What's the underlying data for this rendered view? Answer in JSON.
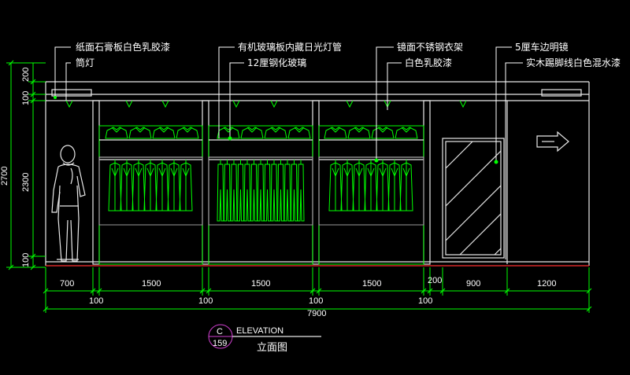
{
  "labels": {
    "gypsum_board": "纸面石膏板白色乳胶漆",
    "downlight": "筒灯",
    "organic_glass": "有机玻璃板内藏日光灯管",
    "tempered_glass": "12厘钢化玻璃",
    "mirror_rack": "镜面不锈钢衣架",
    "white_latex": "白色乳胶漆",
    "bevel_mirror": "5厘车边明镜",
    "skirting": "实木踢脚线白色混水漆"
  },
  "horizontal_dims": [
    "700",
    "1500",
    "1500",
    "1500",
    "200",
    "900",
    "1200"
  ],
  "gap_dims": [
    "100",
    "100",
    "100",
    "100"
  ],
  "total_dim": "7900",
  "vertical_dims": [
    "200",
    "100",
    "2300",
    "100"
  ],
  "total_height": "2700",
  "title": {
    "sheet_letter": "C",
    "sheet_number": "159",
    "en": "ELEVATION",
    "cn": "立面图"
  },
  "colors": {
    "background": "#000000",
    "linework": "#00ff00",
    "walls": "#e8e8e8",
    "text": "#ffffff",
    "accent": "#d040d0"
  }
}
